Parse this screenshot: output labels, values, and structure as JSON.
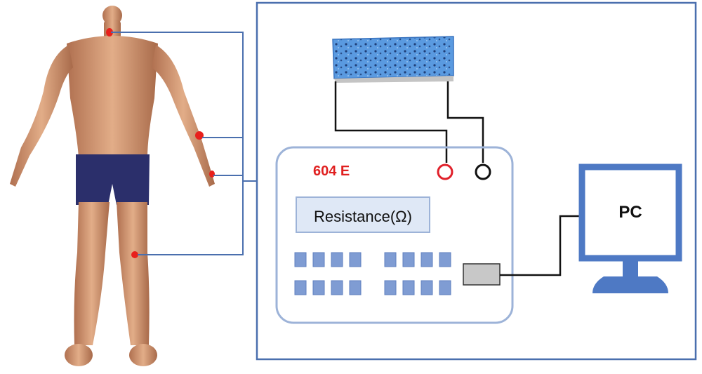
{
  "device": {
    "model_label": "604 E",
    "display_label": "Resistance(Ω)",
    "keypad_rows": 2,
    "keypad_groups": 2,
    "keys_per_group": 4
  },
  "computer": {
    "label": "PC"
  },
  "colors": {
    "frame_blue": "#4a6fae",
    "device_border": "#9db3d8",
    "display_fill": "#dfe8f6",
    "key_fill": "#7f9cd3",
    "key_border": "#5f7fbf",
    "monitor_blue": "#4e79c4",
    "model_red": "#e02020",
    "terminal_red": "#e0202a",
    "terminal_black": "#111111",
    "sensor_blue": "#4c8fd6",
    "skin": "#d8a07a",
    "shorts": "#2b2f6b",
    "electrode_red": "#e8201c"
  },
  "icons": {
    "body": "human-body-figure",
    "sensor": "fabric-sensor-patch",
    "meter": "resistance-meter",
    "computer": "pc-monitor-icon"
  }
}
